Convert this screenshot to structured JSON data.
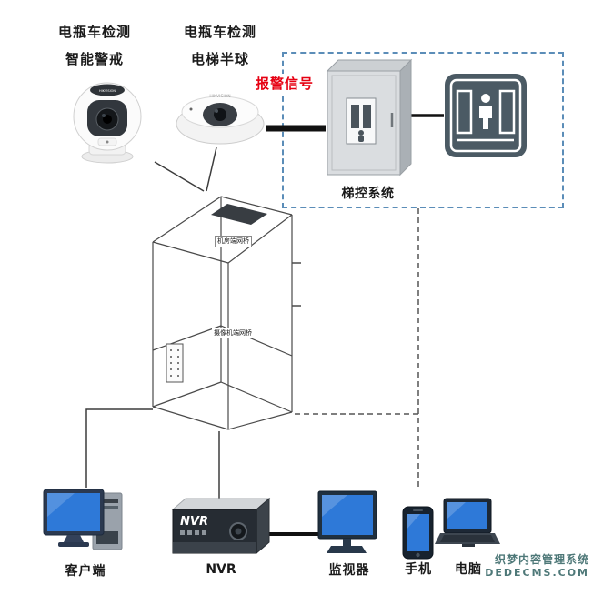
{
  "colors": {
    "alarm_red": "#e60012",
    "dashed_border_blue": "#5b8db8",
    "watermark_teal": "#4e7878",
    "screen_blue": "#2e79d8",
    "line_dark": "#3c3c3c"
  },
  "top": {
    "camera1": {
      "line1": "电瓶车检测",
      "line2": "智能警戒",
      "brand": "HIKVISION"
    },
    "camera2": {
      "line1": "电瓶车检测",
      "line2": "电梯半球",
      "brand": "HIKVISION"
    },
    "alarm_signal": "报警信号"
  },
  "control": {
    "system_label": "梯控系统"
  },
  "shaft": {
    "bridge_top": "机房端网桥",
    "bridge_bottom": "摄像机端网桥"
  },
  "bottom": {
    "client_label": "客户端",
    "nvr_front_text": "NVR",
    "nvr_label": "NVR",
    "monitor_label": "监视器",
    "phone_label": "手机",
    "laptop_label": "电脑"
  },
  "watermark": {
    "line1": "织梦内容管理系统",
    "line2": "DEDECMS.COM"
  }
}
